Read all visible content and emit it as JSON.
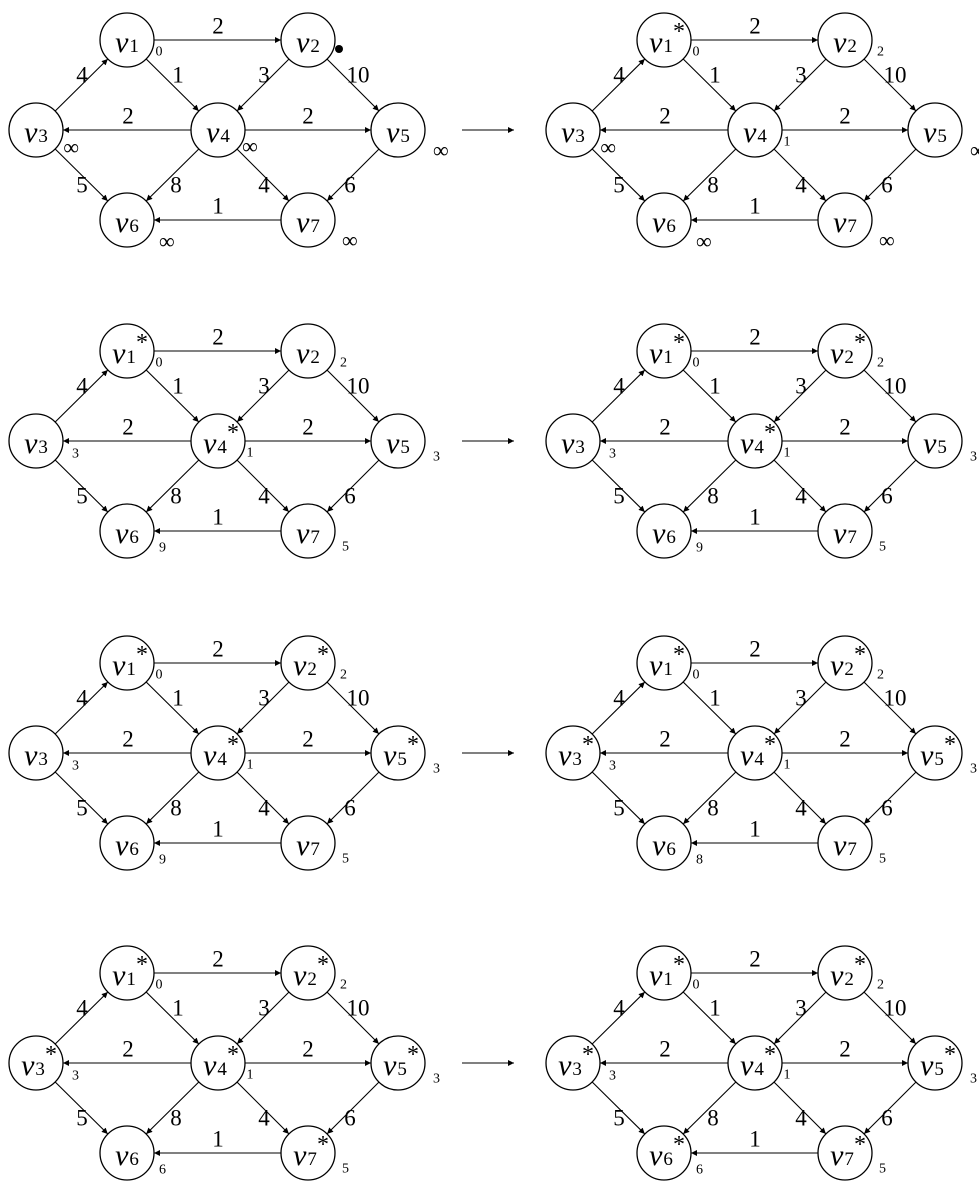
{
  "panels": [
    {
      "id": "p1",
      "dist": {
        "v1": "0",
        "v2": "",
        "v3": "∞",
        "v4": "∞",
        "v5": "∞",
        "v6": "∞",
        "v7": "∞"
      },
      "stars": [],
      "marker": "v2"
    },
    {
      "id": "p2",
      "dist": {
        "v1": "0",
        "v2": "2",
        "v3": "∞",
        "v4": "1",
        "v5": "∞",
        "v6": "∞",
        "v7": "∞"
      },
      "stars": [
        "v1"
      ]
    },
    {
      "id": "p3",
      "dist": {
        "v1": "0",
        "v2": "2",
        "v3": "3",
        "v4": "1",
        "v5": "3",
        "v6": "9",
        "v7": "5"
      },
      "stars": [
        "v1",
        "v4"
      ]
    },
    {
      "id": "p4",
      "dist": {
        "v1": "0",
        "v2": "2",
        "v3": "3",
        "v4": "1",
        "v5": "3",
        "v6": "9",
        "v7": "5"
      },
      "stars": [
        "v1",
        "v2",
        "v4"
      ]
    },
    {
      "id": "p5",
      "dist": {
        "v1": "0",
        "v2": "2",
        "v3": "3",
        "v4": "1",
        "v5": "3",
        "v6": "9",
        "v7": "5"
      },
      "stars": [
        "v1",
        "v2",
        "v4",
        "v5"
      ]
    },
    {
      "id": "p6",
      "dist": {
        "v1": "0",
        "v2": "2",
        "v3": "3",
        "v4": "1",
        "v5": "3",
        "v6": "8",
        "v7": "5"
      },
      "stars": [
        "v1",
        "v2",
        "v3",
        "v4",
        "v5"
      ]
    },
    {
      "id": "p7",
      "dist": {
        "v1": "0",
        "v2": "2",
        "v3": "3",
        "v4": "1",
        "v5": "3",
        "v6": "6",
        "v7": "5"
      },
      "stars": [
        "v1",
        "v2",
        "v3",
        "v4",
        "v5",
        "v7"
      ]
    },
    {
      "id": "p8",
      "dist": {
        "v1": "0",
        "v2": "2",
        "v3": "3",
        "v4": "1",
        "v5": "3",
        "v6": "6",
        "v7": "5"
      },
      "stars": [
        "v1",
        "v2",
        "v3",
        "v4",
        "v5",
        "v6",
        "v7"
      ]
    }
  ],
  "nodes": [
    {
      "key": "v1",
      "letter": "v",
      "sub": "1"
    },
    {
      "key": "v2",
      "letter": "v",
      "sub": "2"
    },
    {
      "key": "v3",
      "letter": "v",
      "sub": "3"
    },
    {
      "key": "v4",
      "letter": "v",
      "sub": "4"
    },
    {
      "key": "v5",
      "letter": "v",
      "sub": "5"
    },
    {
      "key": "v6",
      "letter": "v",
      "sub": "6"
    },
    {
      "key": "v7",
      "letter": "v",
      "sub": "7"
    }
  ],
  "edges": [
    {
      "from": "v1",
      "to": "v2",
      "weight": "2"
    },
    {
      "from": "v1",
      "to": "v4",
      "weight": "1"
    },
    {
      "from": "v3",
      "to": "v1",
      "weight": "4"
    },
    {
      "from": "v2",
      "to": "v4",
      "weight": "3"
    },
    {
      "from": "v2",
      "to": "v5",
      "weight": "10"
    },
    {
      "from": "v4",
      "to": "v3",
      "weight": "2"
    },
    {
      "from": "v4",
      "to": "v5",
      "weight": "2"
    },
    {
      "from": "v3",
      "to": "v6",
      "weight": "5"
    },
    {
      "from": "v4",
      "to": "v6",
      "weight": "8"
    },
    {
      "from": "v4",
      "to": "v7",
      "weight": "4"
    },
    {
      "from": "v5",
      "to": "v7",
      "weight": "6"
    },
    {
      "from": "v7",
      "to": "v6",
      "weight": "1"
    }
  ],
  "star_symbol": "*",
  "arrow_between_panels": "→"
}
